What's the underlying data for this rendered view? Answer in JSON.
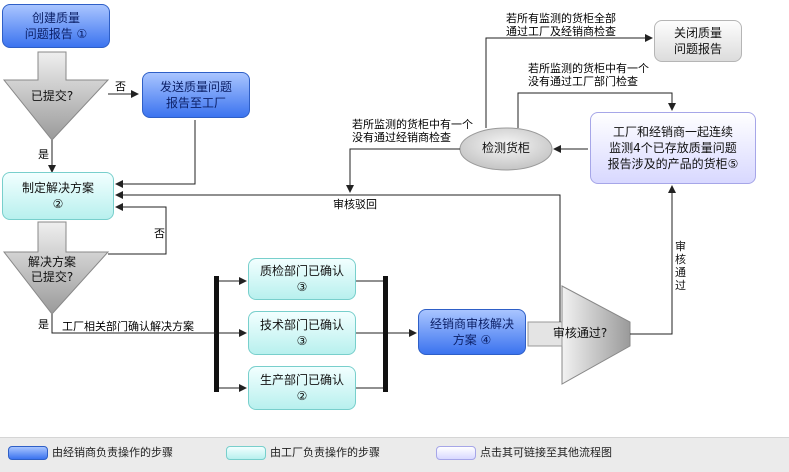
{
  "nodes": {
    "create_report": "创建质量\n问题报告 ①",
    "submitted_q": "已提交?",
    "send_report": "发送质量问题\n报告至工厂",
    "make_plan": "制定解决方案\n②",
    "plan_submitted_q": "解决方案\n已提交?",
    "qc_confirm": "质检部门已确认\n③",
    "tech_confirm": "技术部门已确认\n③",
    "prod_confirm": "生产部门已确认\n②",
    "dealer_review": "经销商审核解决\n方案 ④",
    "review_pass_q": "审核通过?",
    "monitor": "工厂和经销商一起连续\n监测4个已存放质量问题\n报告涉及的产品的货柜⑤",
    "inspect": "检测货柜",
    "close_report": "关闭质量\n问题报告"
  },
  "labels": {
    "no_1": "否",
    "yes_1": "是",
    "no_2": "否",
    "yes_2": "是",
    "factory_confirm": "工厂相关部门确认解决方案",
    "review_reject": "审核驳回",
    "review_passed": "审核通过",
    "dealer_fail": "若所监测的货柜中有一个\n没有通过经销商检查",
    "factory_fail": "若所监测的货柜中有一个\n没有通过工厂部门检查",
    "all_pass": "若所有监测的货柜全部\n通过工厂及经销商检查"
  },
  "legend": {
    "dealer": "由经销商负责操作的步骤",
    "factory": "由工厂负责操作的步骤",
    "link": "点击其可链接至其他流程图"
  }
}
